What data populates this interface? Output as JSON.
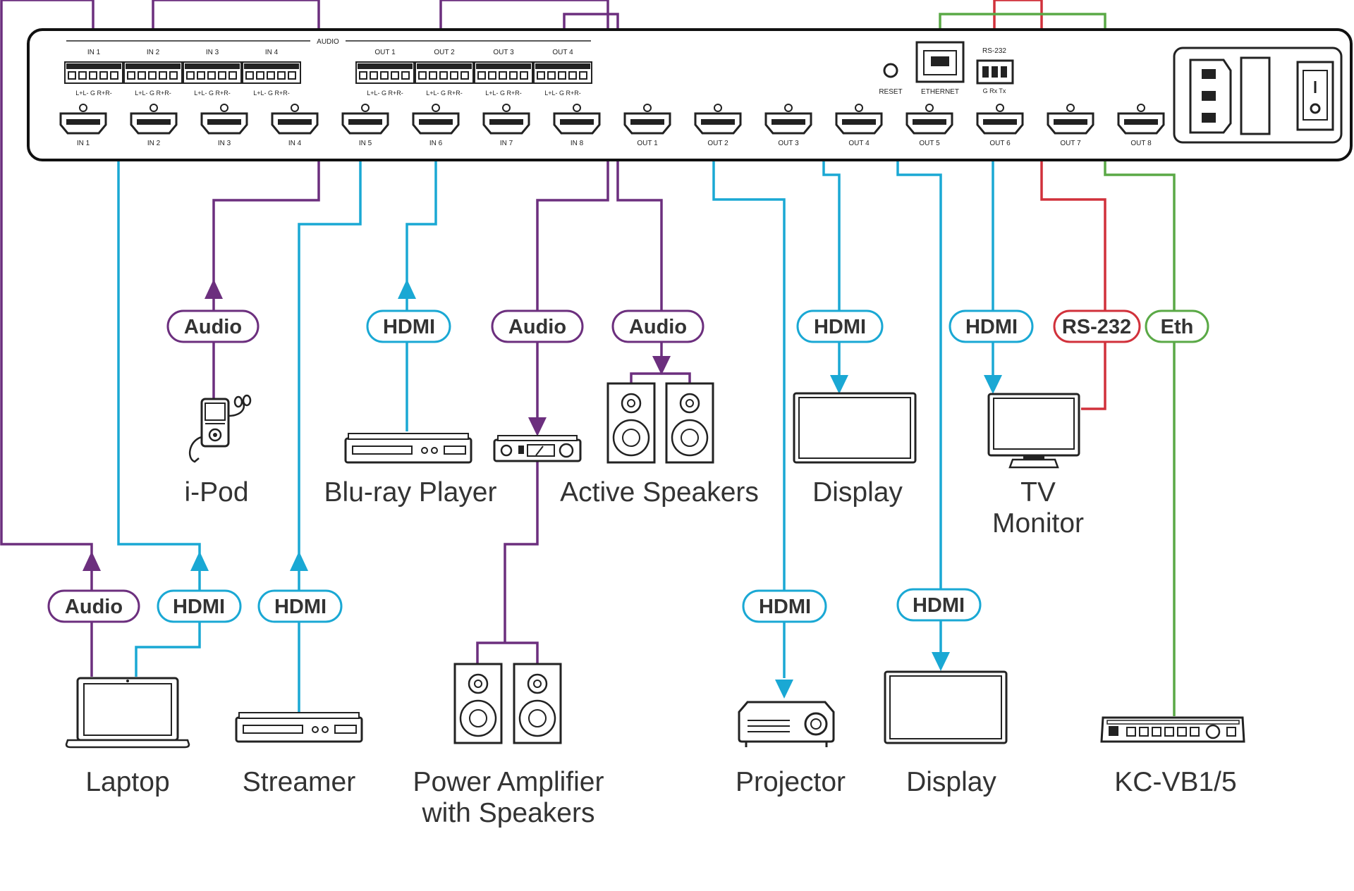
{
  "colors": {
    "hdmi": "#1aa8d4",
    "audio": "#6c2f7e",
    "rs232": "#d1313b",
    "ethernet": "#5aa946",
    "device": "#222222",
    "label": "#333333"
  },
  "panel": {
    "audio_header": "AUDIO",
    "audio_inputs": [
      "IN 1",
      "IN 2",
      "IN 3",
      "IN 4"
    ],
    "audio_outputs": [
      "OUT 1",
      "OUT 2",
      "OUT 3",
      "OUT 4"
    ],
    "pin_label": "L+L- G R+R-",
    "hdmi_inputs": [
      "IN 1",
      "IN 2",
      "IN 3",
      "IN 4",
      "IN 5",
      "IN 6",
      "IN 7",
      "IN 8"
    ],
    "hdmi_outputs": [
      "OUT 1",
      "OUT 2",
      "OUT 3",
      "OUT 4",
      "OUT 5",
      "OUT 6",
      "OUT 7",
      "OUT 8"
    ],
    "reset": "RESET",
    "ethernet": "ETHERNET",
    "rs232": "RS-232",
    "rs232_pins": "G Rx Tx"
  },
  "badges": {
    "ipod": "Audio",
    "bluray": "HDMI",
    "amp": "Audio",
    "active_speakers": "Audio",
    "display1": "HDMI",
    "tv": "HDMI",
    "rs232": "RS-232",
    "eth": "Eth",
    "laptop_audio": "Audio",
    "laptop_hdmi": "HDMI",
    "streamer": "HDMI",
    "projector": "HDMI",
    "display2": "HDMI"
  },
  "devices": {
    "ipod": "i-Pod",
    "bluray": "Blu-ray Player",
    "active_speakers": "Active Speakers",
    "display1": "Display",
    "tv_line1": "TV",
    "tv_line2": "Monitor",
    "laptop": "Laptop",
    "streamer": "Streamer",
    "amp_line1": "Power Amplifier",
    "amp_line2": "with Speakers",
    "projector": "Projector",
    "display2": "Display",
    "controller": "KC-VB1/5"
  }
}
